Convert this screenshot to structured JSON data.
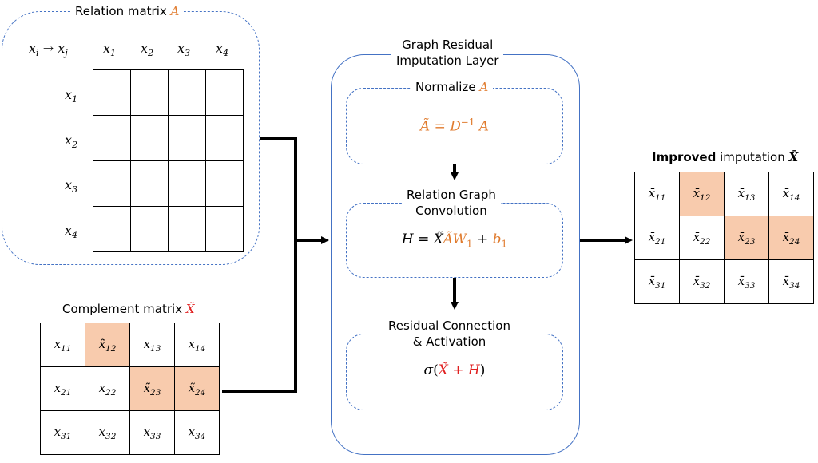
{
  "relation_matrix": {
    "title_prefix": "Relation matrix ",
    "title_symbol": "A",
    "header_corner_from": "x",
    "header_corner_from_sub": "i",
    "header_corner_arrow": " → ",
    "header_corner_to": "x",
    "header_corner_to_sub": "j",
    "col_labels": [
      {
        "v": "x",
        "s": "1"
      },
      {
        "v": "x",
        "s": "2"
      },
      {
        "v": "x",
        "s": "3"
      },
      {
        "v": "x",
        "s": "4"
      }
    ],
    "row_labels": [
      {
        "v": "x",
        "s": "1"
      },
      {
        "v": "x",
        "s": "2"
      },
      {
        "v": "x",
        "s": "3"
      },
      {
        "v": "x",
        "s": "4"
      }
    ]
  },
  "complement_matrix": {
    "title_prefix": "Complement matrix ",
    "title_symbol": "X̃",
    "cells": [
      [
        {
          "v": "x",
          "s": "11",
          "hl": false
        },
        {
          "v": "x̃",
          "s": "12",
          "hl": true
        },
        {
          "v": "x",
          "s": "13",
          "hl": false
        },
        {
          "v": "x",
          "s": "14",
          "hl": false
        }
      ],
      [
        {
          "v": "x",
          "s": "21",
          "hl": false
        },
        {
          "v": "x",
          "s": "22",
          "hl": false
        },
        {
          "v": "x̃",
          "s": "23",
          "hl": true
        },
        {
          "v": "x̃",
          "s": "24",
          "hl": true
        }
      ],
      [
        {
          "v": "x",
          "s": "31",
          "hl": false
        },
        {
          "v": "x",
          "s": "32",
          "hl": false
        },
        {
          "v": "x",
          "s": "33",
          "hl": false
        },
        {
          "v": "x",
          "s": "34",
          "hl": false
        }
      ]
    ]
  },
  "layer": {
    "title_line1": "Graph Residual",
    "title_line2": "Imputation Layer",
    "normalize": {
      "title_prefix": "Normalize ",
      "title_symbol": "A",
      "formula_lhs": "Ã",
      "formula_eq": " = ",
      "formula_d": "D",
      "formula_exp": "−1",
      "formula_a": " A"
    },
    "convolution": {
      "title_line1": "Relation Graph",
      "title_line2": "Convolution",
      "f_h": "H",
      "f_eq": " = ",
      "f_x": "X̃",
      "f_a": "Ã",
      "f_w": "W",
      "f_w_sub": "1",
      "f_plus": " + ",
      "f_b": "b",
      "f_b_sub": "1"
    },
    "residual": {
      "title_line1": "Residual Connection",
      "title_line2": "& Activation",
      "f_sigma": "σ",
      "f_open": "(",
      "f_x": "X̃",
      "f_plus": " + ",
      "f_h": "H",
      "f_close": ")"
    }
  },
  "improved": {
    "title_bold": "Improved",
    "title_rest": " imputation ",
    "title_symbol": "X̄",
    "cells": [
      [
        {
          "v": "x̄",
          "s": "11",
          "hl": false
        },
        {
          "v": "x̄",
          "s": "12",
          "hl": true
        },
        {
          "v": "x̄",
          "s": "13",
          "hl": false
        },
        {
          "v": "x̄",
          "s": "14",
          "hl": false
        }
      ],
      [
        {
          "v": "x̄",
          "s": "21",
          "hl": false
        },
        {
          "v": "x̄",
          "s": "22",
          "hl": false
        },
        {
          "v": "x̄",
          "s": "23",
          "hl": true
        },
        {
          "v": "x̄",
          "s": "24",
          "hl": true
        }
      ],
      [
        {
          "v": "x̄",
          "s": "31",
          "hl": false
        },
        {
          "v": "x̄",
          "s": "32",
          "hl": false
        },
        {
          "v": "x̄",
          "s": "33",
          "hl": false
        },
        {
          "v": "x̄",
          "s": "34",
          "hl": false
        }
      ]
    ]
  },
  "colors": {
    "accent_blue": "#4472c4",
    "symbol_orange": "#e07a2c",
    "symbol_red": "#e02020",
    "highlight_cell": "#f8cbad"
  }
}
